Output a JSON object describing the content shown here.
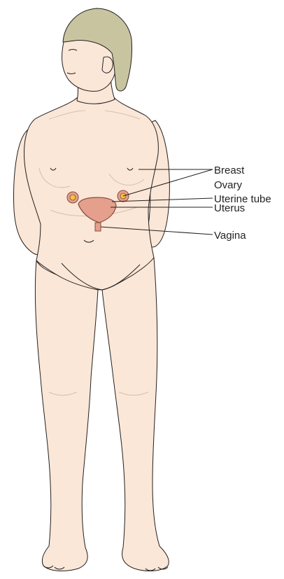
{
  "labels": {
    "breast": "Breast",
    "ovary": "Ovary",
    "uterine_tube": "Uterine tube",
    "uterus": "Uterus",
    "vagina": "Vagina"
  },
  "colors": {
    "skin": "#fbe7d7",
    "skin_shadow": "#f2d8c3",
    "outline": "#231f20",
    "hair": "#c8c4a0",
    "uterus": "#e4a08c",
    "uterus_outline": "#8a4a3c",
    "ovary": "#f4c542",
    "leader_line": "#231f20"
  }
}
